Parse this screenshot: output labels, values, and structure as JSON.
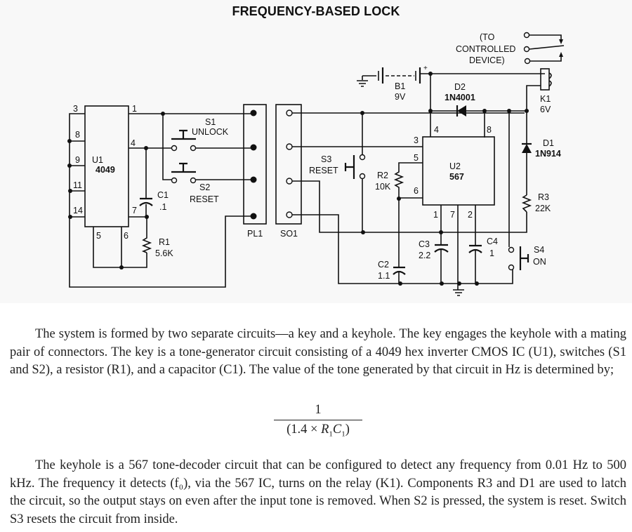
{
  "title": "FREQUENCY-BASED LOCK",
  "schematic": {
    "u1": {
      "ref": "U1",
      "part": "4049",
      "pins": [
        "3",
        "8",
        "9",
        "11",
        "14",
        "1",
        "4",
        "7",
        "5",
        "6"
      ]
    },
    "u2": {
      "ref": "U2",
      "part": "567",
      "pins": [
        "4",
        "8",
        "3",
        "5",
        "6",
        "1",
        "7",
        "2"
      ]
    },
    "s1": {
      "ref": "S1",
      "name": "UNLOCK"
    },
    "s2": {
      "ref": "S2",
      "name": "RESET"
    },
    "s3": {
      "ref": "S3",
      "name": "RESET"
    },
    "s4": {
      "ref": "S4",
      "name": "ON"
    },
    "c1": {
      "ref": "C1",
      "value": ".1"
    },
    "c2": {
      "ref": "C2",
      "value": "1.1"
    },
    "c3": {
      "ref": "C3",
      "value": "2.2"
    },
    "c4": {
      "ref": "C4",
      "value": "1"
    },
    "r1": {
      "ref": "R1",
      "value": "5.6K"
    },
    "r2": {
      "ref": "R2",
      "value": "10K"
    },
    "r3": {
      "ref": "R3",
      "value": "22K"
    },
    "b1": {
      "ref": "B1",
      "value": "9V",
      "polarity": "+"
    },
    "d1": {
      "ref": "D1",
      "part": "1N914"
    },
    "d2": {
      "ref": "D2",
      "part": "1N4001"
    },
    "k1": {
      "ref": "K1",
      "value": "6V"
    },
    "pl1": {
      "ref": "PL1"
    },
    "so1": {
      "ref": "SO1"
    },
    "output_label": [
      "(TO",
      "CONTROLLED",
      "DEVICE)"
    ]
  },
  "body": {
    "paragraph1": "The system is formed by two separate circuits—a key and a keyhole. The key engages the keyhole with a mating pair of connectors. The key is a tone-generator circuit consisting of a 4049 hex inverter CMOS IC (U1), switches (S1 and S2), a resistor (R1), and a capacitor (C1). The value of the tone generated by that circuit in Hz is determined by;",
    "formula": {
      "numerator": "1",
      "denominator_prefix": "(1.4 × ",
      "r": "R",
      "r_sub": "1",
      "c": "C",
      "c_sub": "1",
      "denominator_suffix": ")"
    },
    "paragraph2": "The keyhole is a 567 tone-decoder circuit that can be configured to detect any frequency from 0.01 Hz to 500 kHz. The frequency it detects (f₀), via the 567 IC, turns on the relay (K1). Components R3 and D1 are used to latch the circuit, so the output stays on even after the input tone is removed. When S2 is pressed, the system is reset. Switch S3 resets the circuit from inside."
  }
}
